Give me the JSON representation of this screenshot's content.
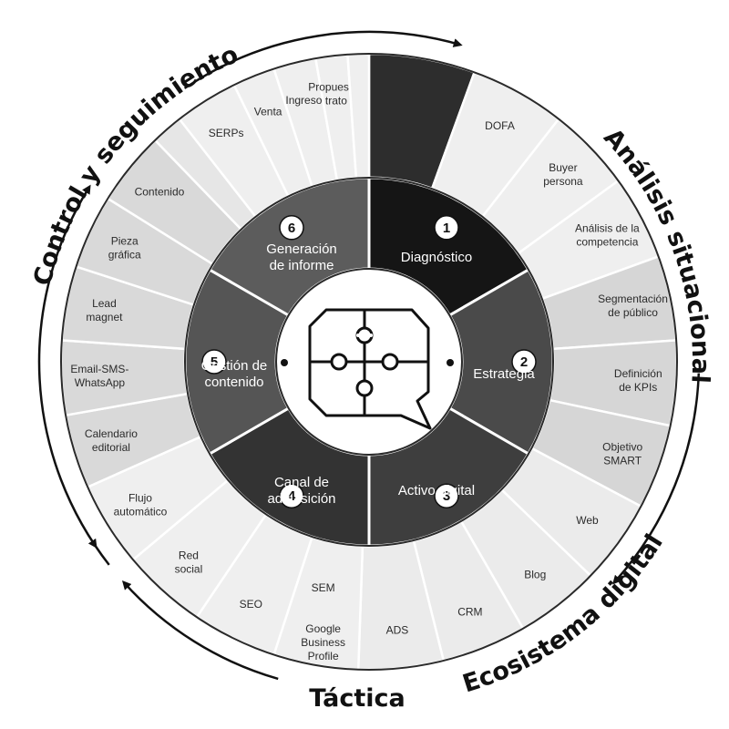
{
  "outer_titles": {
    "top_right": "Análisis situacional",
    "right": "Ecosistema digital",
    "bottom": "Táctica",
    "left": "Control y seguimiento"
  },
  "stages": [
    {
      "number": "1",
      "lines": [
        "Diagnóstico"
      ],
      "fill": "#151515"
    },
    {
      "number": "2",
      "lines": [
        "Estrategia"
      ],
      "fill": "#4a4a4a"
    },
    {
      "number": "3",
      "lines": [
        "Activo digital"
      ],
      "fill": "#3e3e3e"
    },
    {
      "number": "4",
      "lines": [
        "Canal de",
        "adquisición"
      ],
      "fill": "#333333"
    },
    {
      "number": "5",
      "lines": [
        "Gestión de",
        "contenido"
      ],
      "fill": "#555555"
    },
    {
      "number": "6",
      "lines": [
        "Generación",
        "de informe"
      ],
      "fill": "#5c5c5c"
    }
  ],
  "outer_segments": [
    {
      "lines": [],
      "fill": "#2d2d2d"
    },
    {
      "lines": [
        "DOFA"
      ],
      "fill": "#efefef"
    },
    {
      "lines": [
        "Buyer",
        "persona"
      ],
      "fill": "#efefef"
    },
    {
      "lines": [
        "Análisis de la",
        "competencia"
      ],
      "fill": "#efefef"
    },
    {
      "lines": [
        "Segmentación",
        "de público"
      ],
      "fill": "#d6d6d6"
    },
    {
      "lines": [
        "Definición",
        "de KPIs"
      ],
      "fill": "#d6d6d6"
    },
    {
      "lines": [
        "Objetivo",
        "SMART"
      ],
      "fill": "#d6d6d6"
    },
    {
      "lines": [
        "Web"
      ],
      "fill": "#ebebeb"
    },
    {
      "lines": [
        "Blog"
      ],
      "fill": "#ebebeb"
    },
    {
      "lines": [
        "CRM"
      ],
      "fill": "#ebebeb"
    },
    {
      "lines": [
        "ADS"
      ],
      "fill": "#ebebeb"
    },
    {
      "lines": [
        "SEM",
        "",
        "",
        "Google",
        "Business",
        "Profile"
      ],
      "fill": "#efefef"
    },
    {
      "lines": [
        "SEO"
      ],
      "fill": "#efefef"
    },
    {
      "lines": [
        "Red",
        "social"
      ],
      "fill": "#efefef"
    },
    {
      "lines": [
        "Flujo",
        "automático"
      ],
      "fill": "#efefef"
    },
    {
      "lines": [
        "Calendario",
        "editorial"
      ],
      "fill": "#d9d9d9"
    },
    {
      "lines": [
        "Email-SMS-",
        "WhatsApp"
      ],
      "fill": "#d9d9d9"
    },
    {
      "lines": [
        "Lead",
        "magnet"
      ],
      "fill": "#d9d9d9"
    },
    {
      "lines": [
        "Pieza",
        "gráfica"
      ],
      "fill": "#d9d9d9"
    },
    {
      "lines": [
        "Contenido"
      ],
      "fill": "#d9d9d9"
    },
    {
      "lines": [],
      "fill": "#e6e6e6"
    },
    {
      "lines": [
        "SERPs"
      ],
      "fill": "#efefef"
    },
    {
      "lines": [
        "Venta"
      ],
      "fill": "#efefef"
    },
    {
      "lines": [
        "Ingreso"
      ],
      "fill": "#efefef"
    },
    {
      "lines": [
        "Propuesta /",
        "trato"
      ],
      "fill": "#efefef"
    },
    {
      "lines": [],
      "fill": "#efefef"
    }
  ],
  "center_icon": "puzzle-speech-bubble-icon",
  "colors": {
    "ring_border": "#2a2a2a",
    "text_dark": "#111111",
    "arrow": "#111111"
  }
}
